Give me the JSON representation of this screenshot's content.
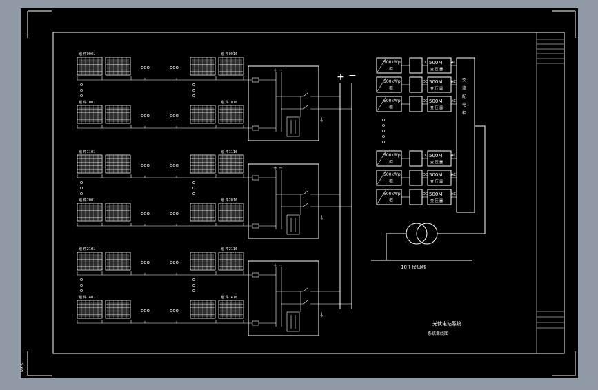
{
  "diagram": {
    "corner_label": "MKS",
    "panel_group_labels": [
      "组 件0001",
      "组 件0016",
      "组 件1001",
      "组 件1016",
      "组 件1101",
      "组 件1116",
      "组 件2001",
      "组 件2016",
      "组 件2101",
      "组 件2116",
      "组 件1401",
      "组 件1416"
    ],
    "ellipsis_mark": "ooo",
    "combiner_plus": "+",
    "combiner_minus": "−",
    "combiner_ground": "⏚",
    "dc_bus_plus": "+",
    "dc_bus_minus": "−",
    "inverter_rating": "500kWp",
    "inverter_suffix": "柜",
    "inverter_dc": "DC",
    "inverter_ac": "AC",
    "transformer_rating": "500M",
    "transformer_suffix": "变 压 器",
    "ac_cabinet_label": "交 流 配 电 柜",
    "bus_label": "10千伏母线",
    "title_line1": "光伏电站系统",
    "title_line2": "系统单线图"
  }
}
